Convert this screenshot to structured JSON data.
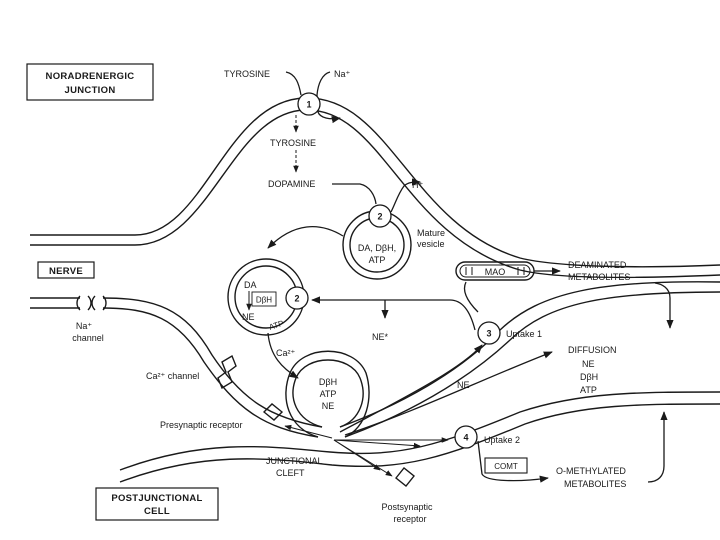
{
  "boxes": {
    "junction_line1": "NORADRENERGIC",
    "junction_line2": "JUNCTION",
    "nerve": "NERVE",
    "postjunctional_line1": "POSTJUNCTIONAL",
    "postjunctional_line2": "CELL",
    "comt": "COMT"
  },
  "molecules": {
    "tyrosine_top": "TYROSINE",
    "sodium_top": "Na⁺",
    "tyrosine_inside": "TYROSINE",
    "dopamine": "DOPAMINE",
    "hydrogen": "H⁺",
    "vesicle_contents_line1": "DA, DβH,",
    "vesicle_contents_line2": "ATP",
    "mature_vesicle_line1": "Mature",
    "mature_vesicle_line2": "vesicle",
    "da": "DA",
    "dbh_small": "DβH",
    "ne_small": "NE",
    "atp_small": "ATP",
    "ne_star": "NE*",
    "calcium": "Ca²⁺",
    "fusing_dbh": "DβH",
    "fusing_atp": "ATP",
    "fusing_ne": "NE",
    "ne_cleft": "NE",
    "mao": "MAO"
  },
  "channels": {
    "na_channel_line1": "Na⁺",
    "na_channel_line2": "channel",
    "ca_channel": "Ca²⁺ channel",
    "presynaptic_receptor": "Presynaptic receptor",
    "junctional_cleft_line1": "JUNCTIONAL",
    "junctional_cleft_line2": "CLEFT",
    "postsynaptic_line1": "Postsynaptic",
    "postsynaptic_line2": "receptor"
  },
  "steps": [
    "1",
    "2",
    "2",
    "3",
    "4"
  ],
  "outputs": {
    "deaminated_line1": "DEAMINATED",
    "deaminated_line2": "METABOLITES",
    "uptake1": "Uptake 1",
    "diffusion": "DIFFUSION",
    "diffusion_ne": "NE",
    "diffusion_dbh": "DβH",
    "diffusion_atp": "ATP",
    "uptake2": "Uptake 2",
    "methylated_line1": "O-METHYLATED",
    "methylated_line2": "METABOLITES"
  }
}
